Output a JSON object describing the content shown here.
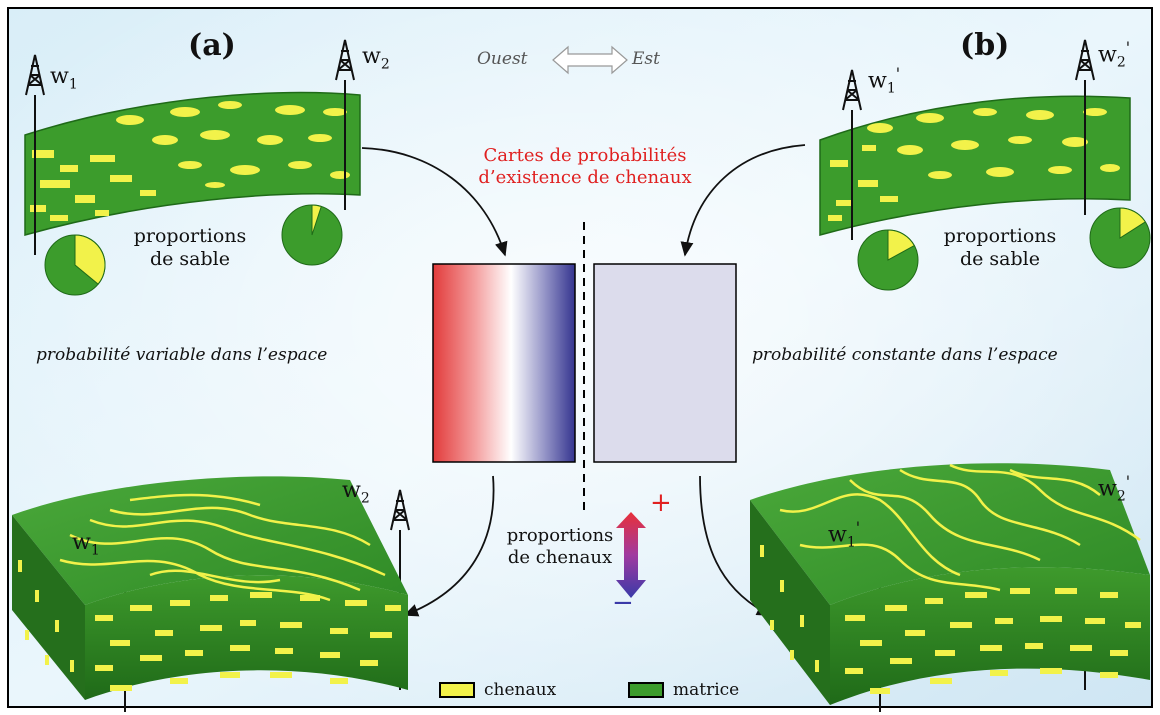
{
  "panels": {
    "a": {
      "label": "(a)",
      "description": "probabilité variable dans l’espace",
      "proportion_label_1": "proportions",
      "proportion_label_2": "de sable"
    },
    "b": {
      "label": "(b)",
      "description": "probabilité constante dans l’espace",
      "proportion_label_1": "proportions",
      "proportion_label_2": "de sable"
    }
  },
  "wells": {
    "a": [
      {
        "name": "w",
        "sub": "1"
      },
      {
        "name": "w",
        "sub": "2"
      }
    ],
    "b": [
      {
        "name": "w",
        "sub": "1",
        "prime": "'"
      },
      {
        "name": "w",
        "sub": "2",
        "prime": "'"
      }
    ]
  },
  "orientation": {
    "west": "Ouest",
    "east": "Est"
  },
  "center": {
    "title_line1": "Cartes de probabilités",
    "title_line2": "d’existence de chenaux",
    "channels_line1": "proportions",
    "channels_line2": "de chenaux",
    "plus": "+",
    "minus": "−"
  },
  "pies": {
    "a_w1_sand_fraction": 0.36,
    "a_w2_sand_fraction": 0.05,
    "b_w1_sand_fraction": 0.17,
    "b_w2_sand_fraction": 0.16
  },
  "legend": [
    {
      "label": "chenaux",
      "color": "#f2f24a"
    },
    {
      "label": "matrice",
      "color": "#3c9c2c"
    }
  ],
  "colors": {
    "sand": "#f2f24a",
    "matrix": "#3c9c2c",
    "matrix_dark": "#2a7a20",
    "prob_high": "#e23b3b",
    "prob_low": "#3b3b9a",
    "prob_const": "#dcdcec",
    "title_red": "#e02020"
  }
}
